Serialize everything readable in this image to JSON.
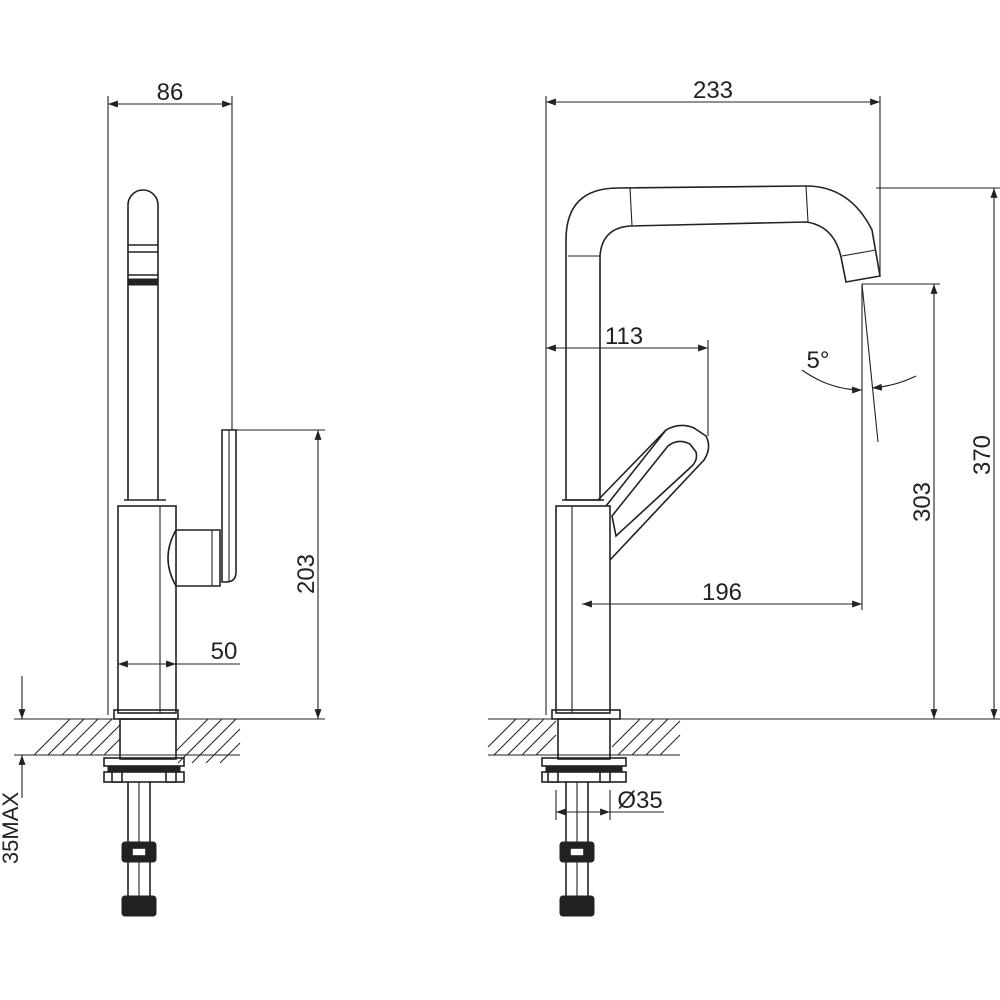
{
  "dimensions": {
    "side_width": "86",
    "lever_height": "203",
    "body_diameter": "50",
    "counter_thickness": "35MAX",
    "front_width": "233",
    "height_total": "370",
    "spout_outlet_height": "303",
    "lever_reach": "113",
    "spout_reach": "196",
    "tilt_angle": "5°",
    "shank_diameter": "Ø35"
  }
}
